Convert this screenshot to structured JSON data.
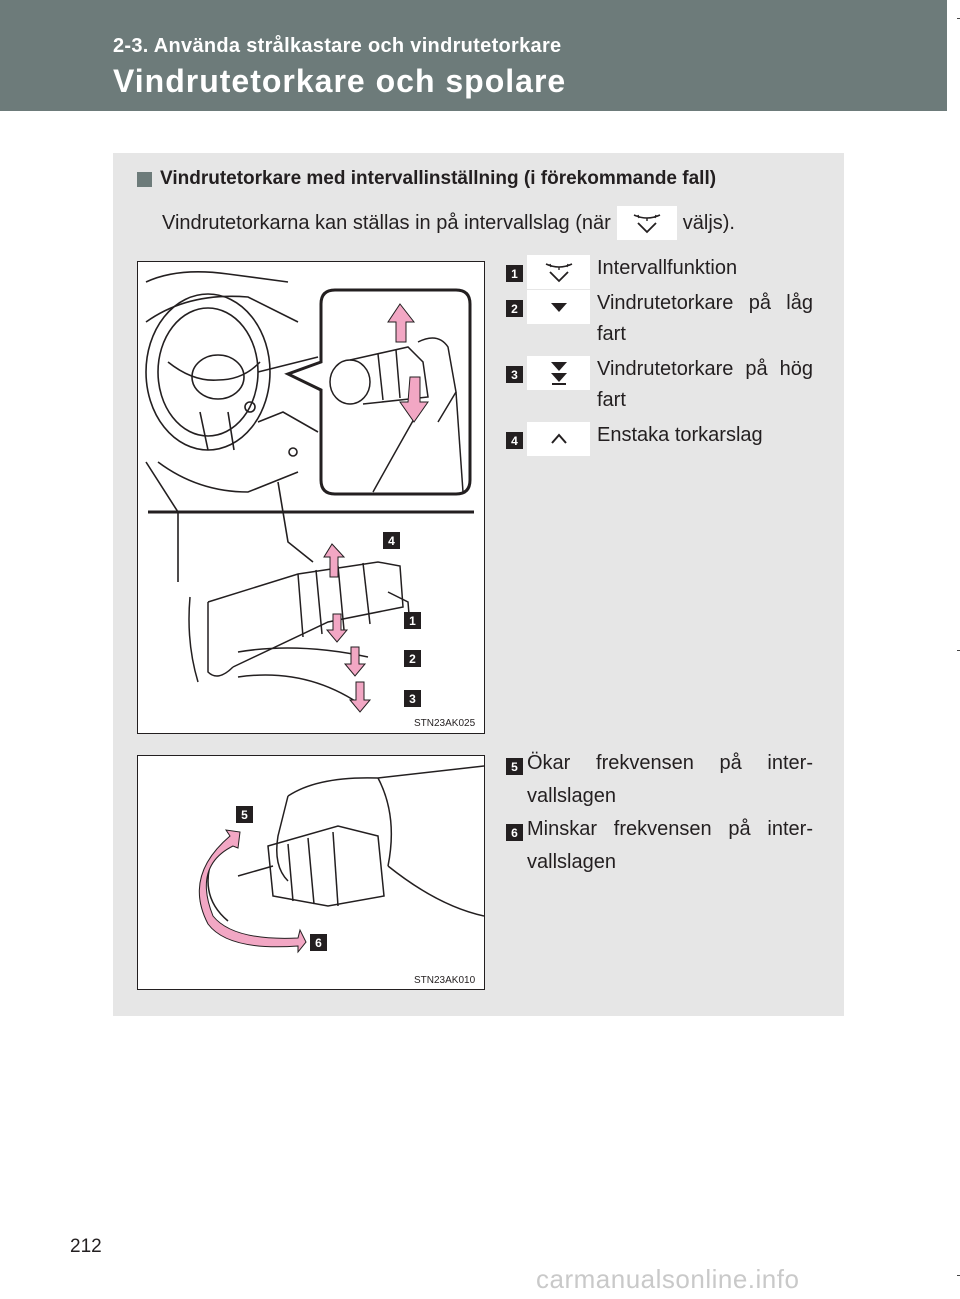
{
  "header": {
    "section": "2-3. Använda strålkastare och vindrutetorkare",
    "title": "Vindrutetorkare och spolare"
  },
  "section_title": "Vindrutetorkare med intervallinställning (i förekommande fall)",
  "intro": {
    "before": "Vindrutetorkarna kan ställas in på intervallslag (när",
    "icon": "wiper-intermittent-icon",
    "after": "väljs)."
  },
  "figure1": {
    "code": "STN23AK025",
    "callouts": [
      "4",
      "1",
      "2",
      "3"
    ]
  },
  "figure2": {
    "code": "STN23AK010",
    "callouts": [
      "5",
      "6"
    ]
  },
  "legend": [
    {
      "num": "1",
      "icon": "wiper-intermittent-icon",
      "text": "Intervallfunktion"
    },
    {
      "num": "2",
      "icon": "wiper-low-icon",
      "text": "Vindrutetorkare på låg fart"
    },
    {
      "num": "3",
      "icon": "wiper-high-icon",
      "text": "Vindrutetorkare på hög fart"
    },
    {
      "num": "4",
      "icon": "wiper-mist-icon",
      "text": "Enstaka torkarslag"
    }
  ],
  "rotation": [
    {
      "num": "5",
      "text": "Ökar frekvensen på inter-vallslagen"
    },
    {
      "num": "6",
      "text": "Minskar frekvensen på inter-vallslagen"
    }
  ],
  "page_number": "212",
  "watermark": "carmanualsonline.info",
  "colors": {
    "header_bg": "#6d7b7a",
    "panel_bg": "#e6e6e6",
    "arrow_pink": "#f2a7c4"
  }
}
